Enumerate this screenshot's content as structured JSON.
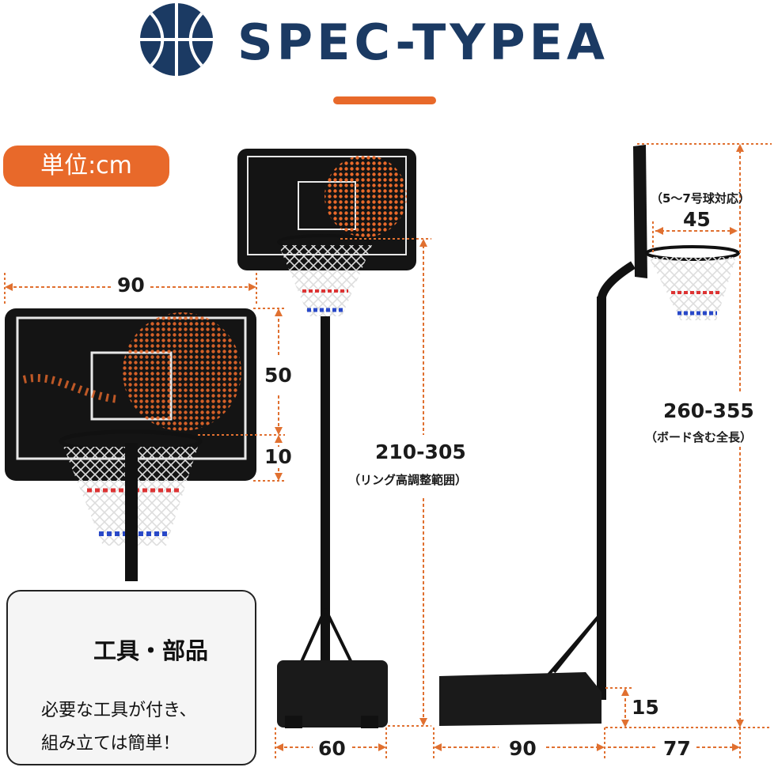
{
  "header": {
    "title": "SPEC-TYPEA",
    "icon": "basketball-icon"
  },
  "unit_badge": "単位:cm",
  "dimensions": {
    "board_width": "90",
    "board_height": "50",
    "rim_below_board": "10",
    "rim_height_range": "210-305",
    "rim_height_note": "（リング高調整範囲）",
    "ball_size_note": "（5～7号球対応）",
    "rim_offset": "45",
    "total_height_range": "260-355",
    "total_height_note": "（ボード含む全長）",
    "base_width": "60",
    "base_depth": "90",
    "reach_depth": "77",
    "base_height": "15"
  },
  "tools_box": {
    "icon": "wrench-screwdriver-icon",
    "title": "工具・部品",
    "line1": "必要な工具が付き、",
    "line2": "組み立ては簡単！"
  },
  "colors": {
    "navy": "#1b3a63",
    "orange": "#e8692a",
    "dimension_line": "#e07030"
  }
}
